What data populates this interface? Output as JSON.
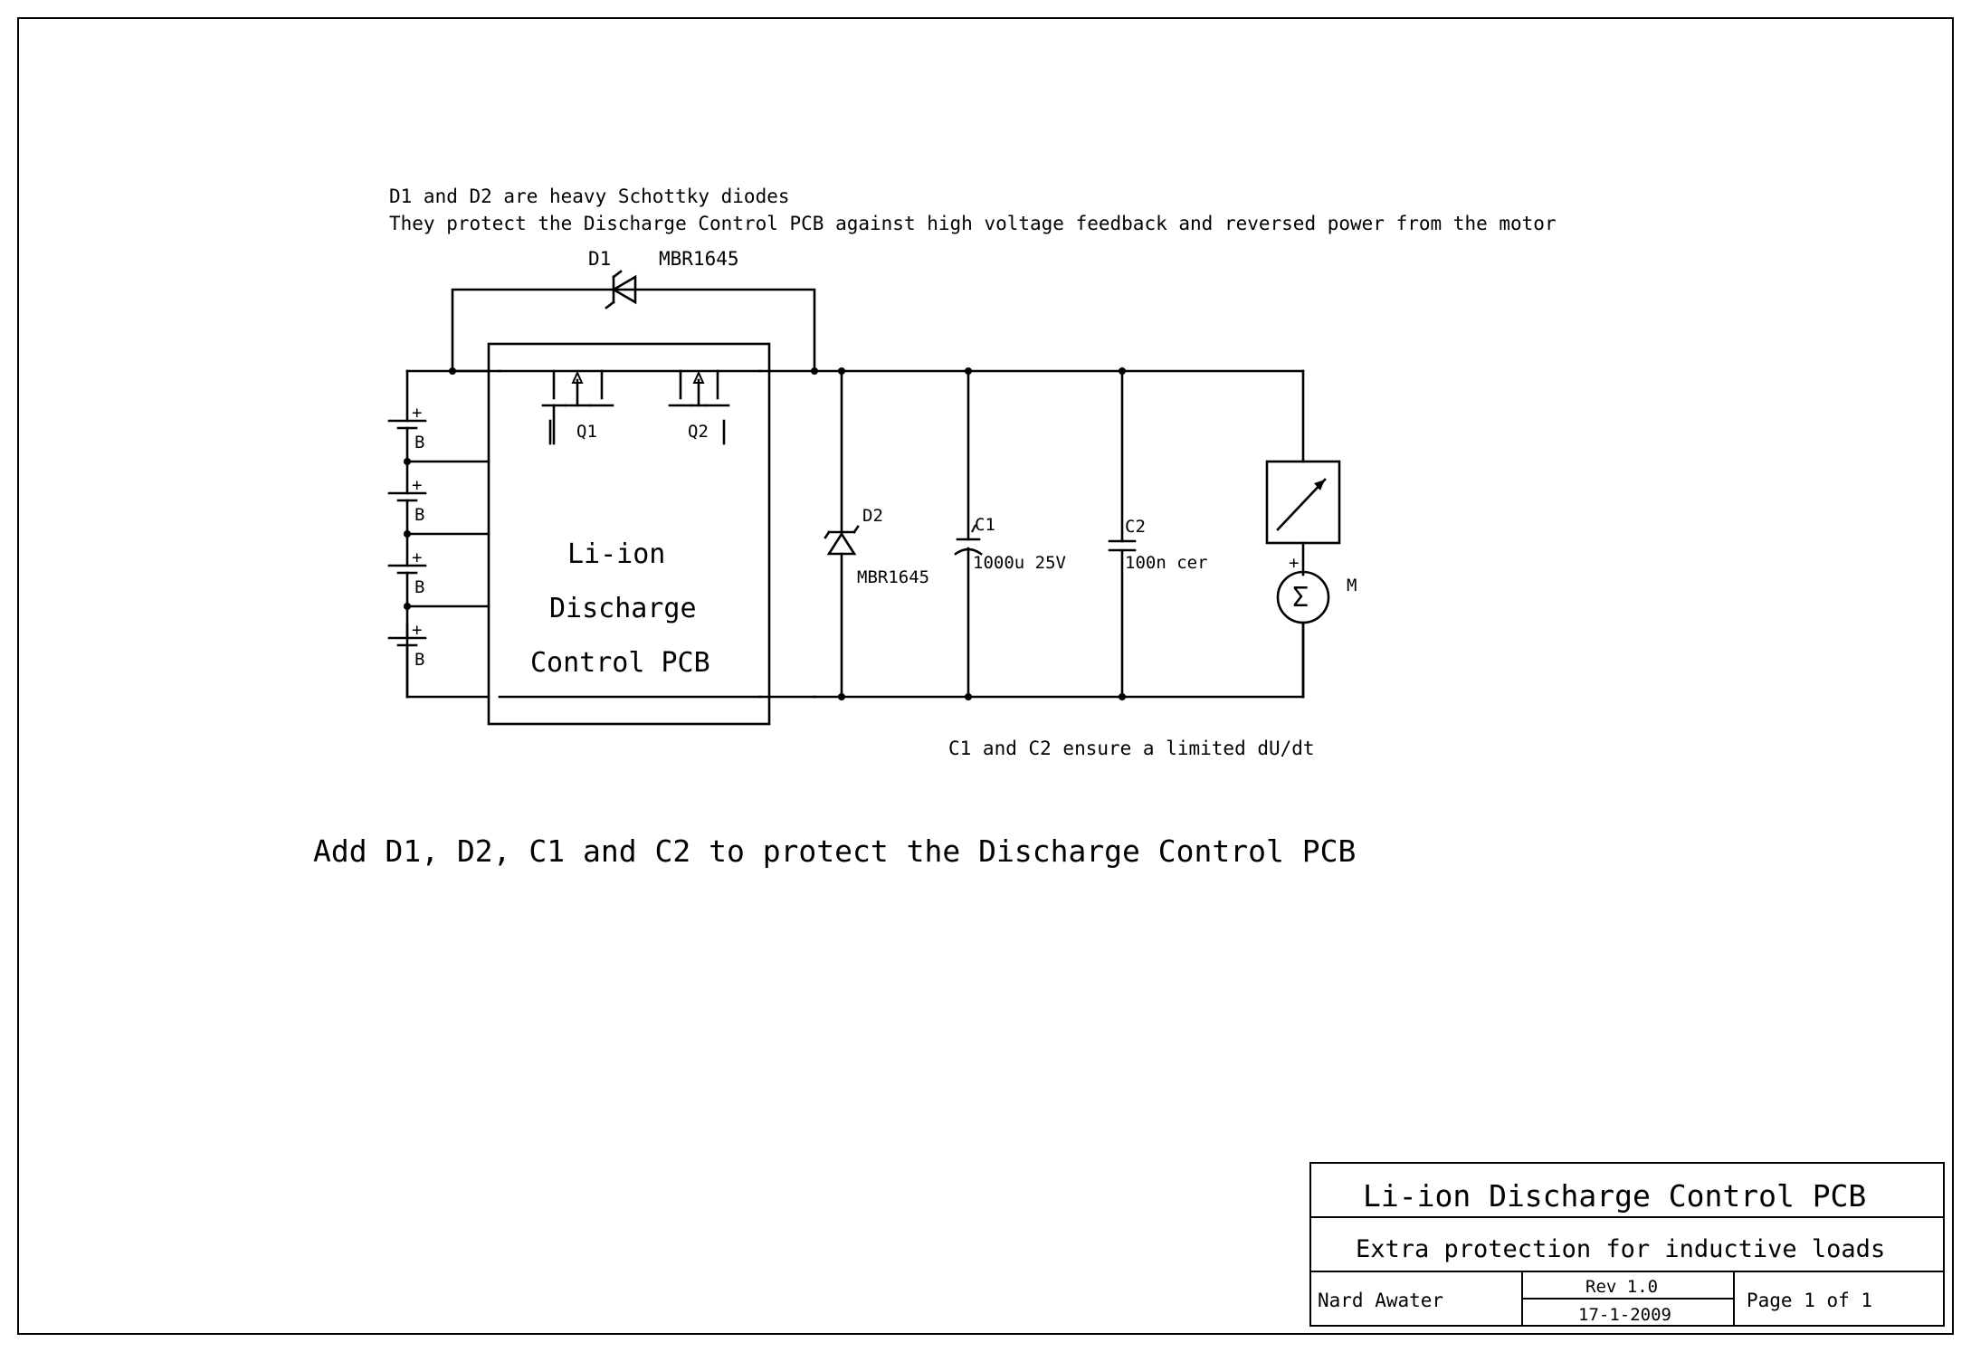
{
  "notes": {
    "schottky_line1": "D1 and D2 are heavy Schottky diodes",
    "schottky_line2": "They protect the Discharge Control PCB against high voltage feedback and reversed power from the motor",
    "capacitor_note": "C1 and C2 ensure a limited dU/dt",
    "main_instruction": "Add D1, D2, C1 and C2 to protect the Discharge Control PCB"
  },
  "components": {
    "d1_ref": "D1",
    "d1_part": "MBR1645",
    "d2_ref": "D2",
    "d2_part": "MBR1645",
    "c1_ref": "C1",
    "c1_value": "1000u 25V",
    "c2_ref": "C2",
    "c2_value": "100n cer",
    "q1_ref": "Q1",
    "q2_ref": "Q2",
    "motor_ref": "M",
    "motor_symbol": "Σ",
    "battery_ref": "B",
    "battery_plus": "+",
    "motor_plus": "+",
    "pcb_line1": "Li-ion",
    "pcb_line2": "Discharge",
    "pcb_line3": "Control PCB"
  },
  "title_block": {
    "title": "Li-ion Discharge Control PCB",
    "subtitle": "Extra protection for inductive loads",
    "author": "Nard Awater",
    "revision": "Rev 1.0",
    "date": "17-1-2009",
    "page": "Page 1 of 1"
  }
}
